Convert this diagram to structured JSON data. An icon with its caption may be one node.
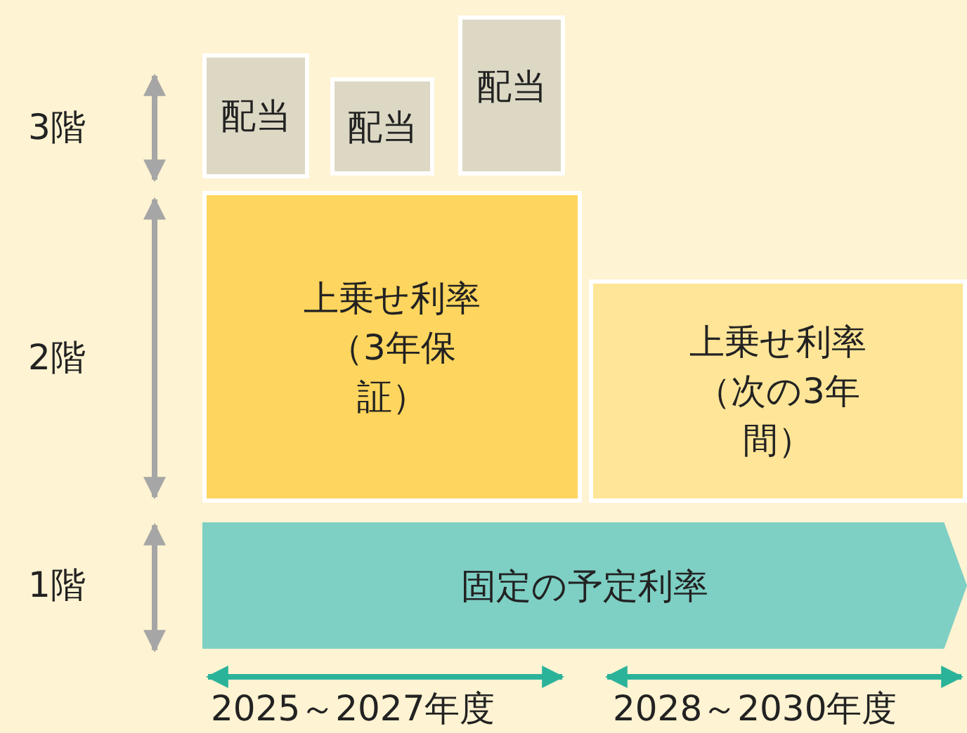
{
  "diagram": {
    "nodes": [
      {
        "text": [
          "配当"
        ]
      },
      {
        "text": [
          "配当"
        ]
      },
      {
        "text": [
          "配当"
        ]
      },
      {
        "text": [
          "上乗せ利率（3年保証）"
        ]
      },
      {
        "text": [
          "上乗せ利率（次の3年間）"
        ]
      },
      {
        "text": [
          "固定の予定利率"
        ]
      }
    ],
    "labels": [
      "3階",
      "2階",
      "1階",
      "2025～2027年度",
      "2028～2030年度"
    ]
  }
}
